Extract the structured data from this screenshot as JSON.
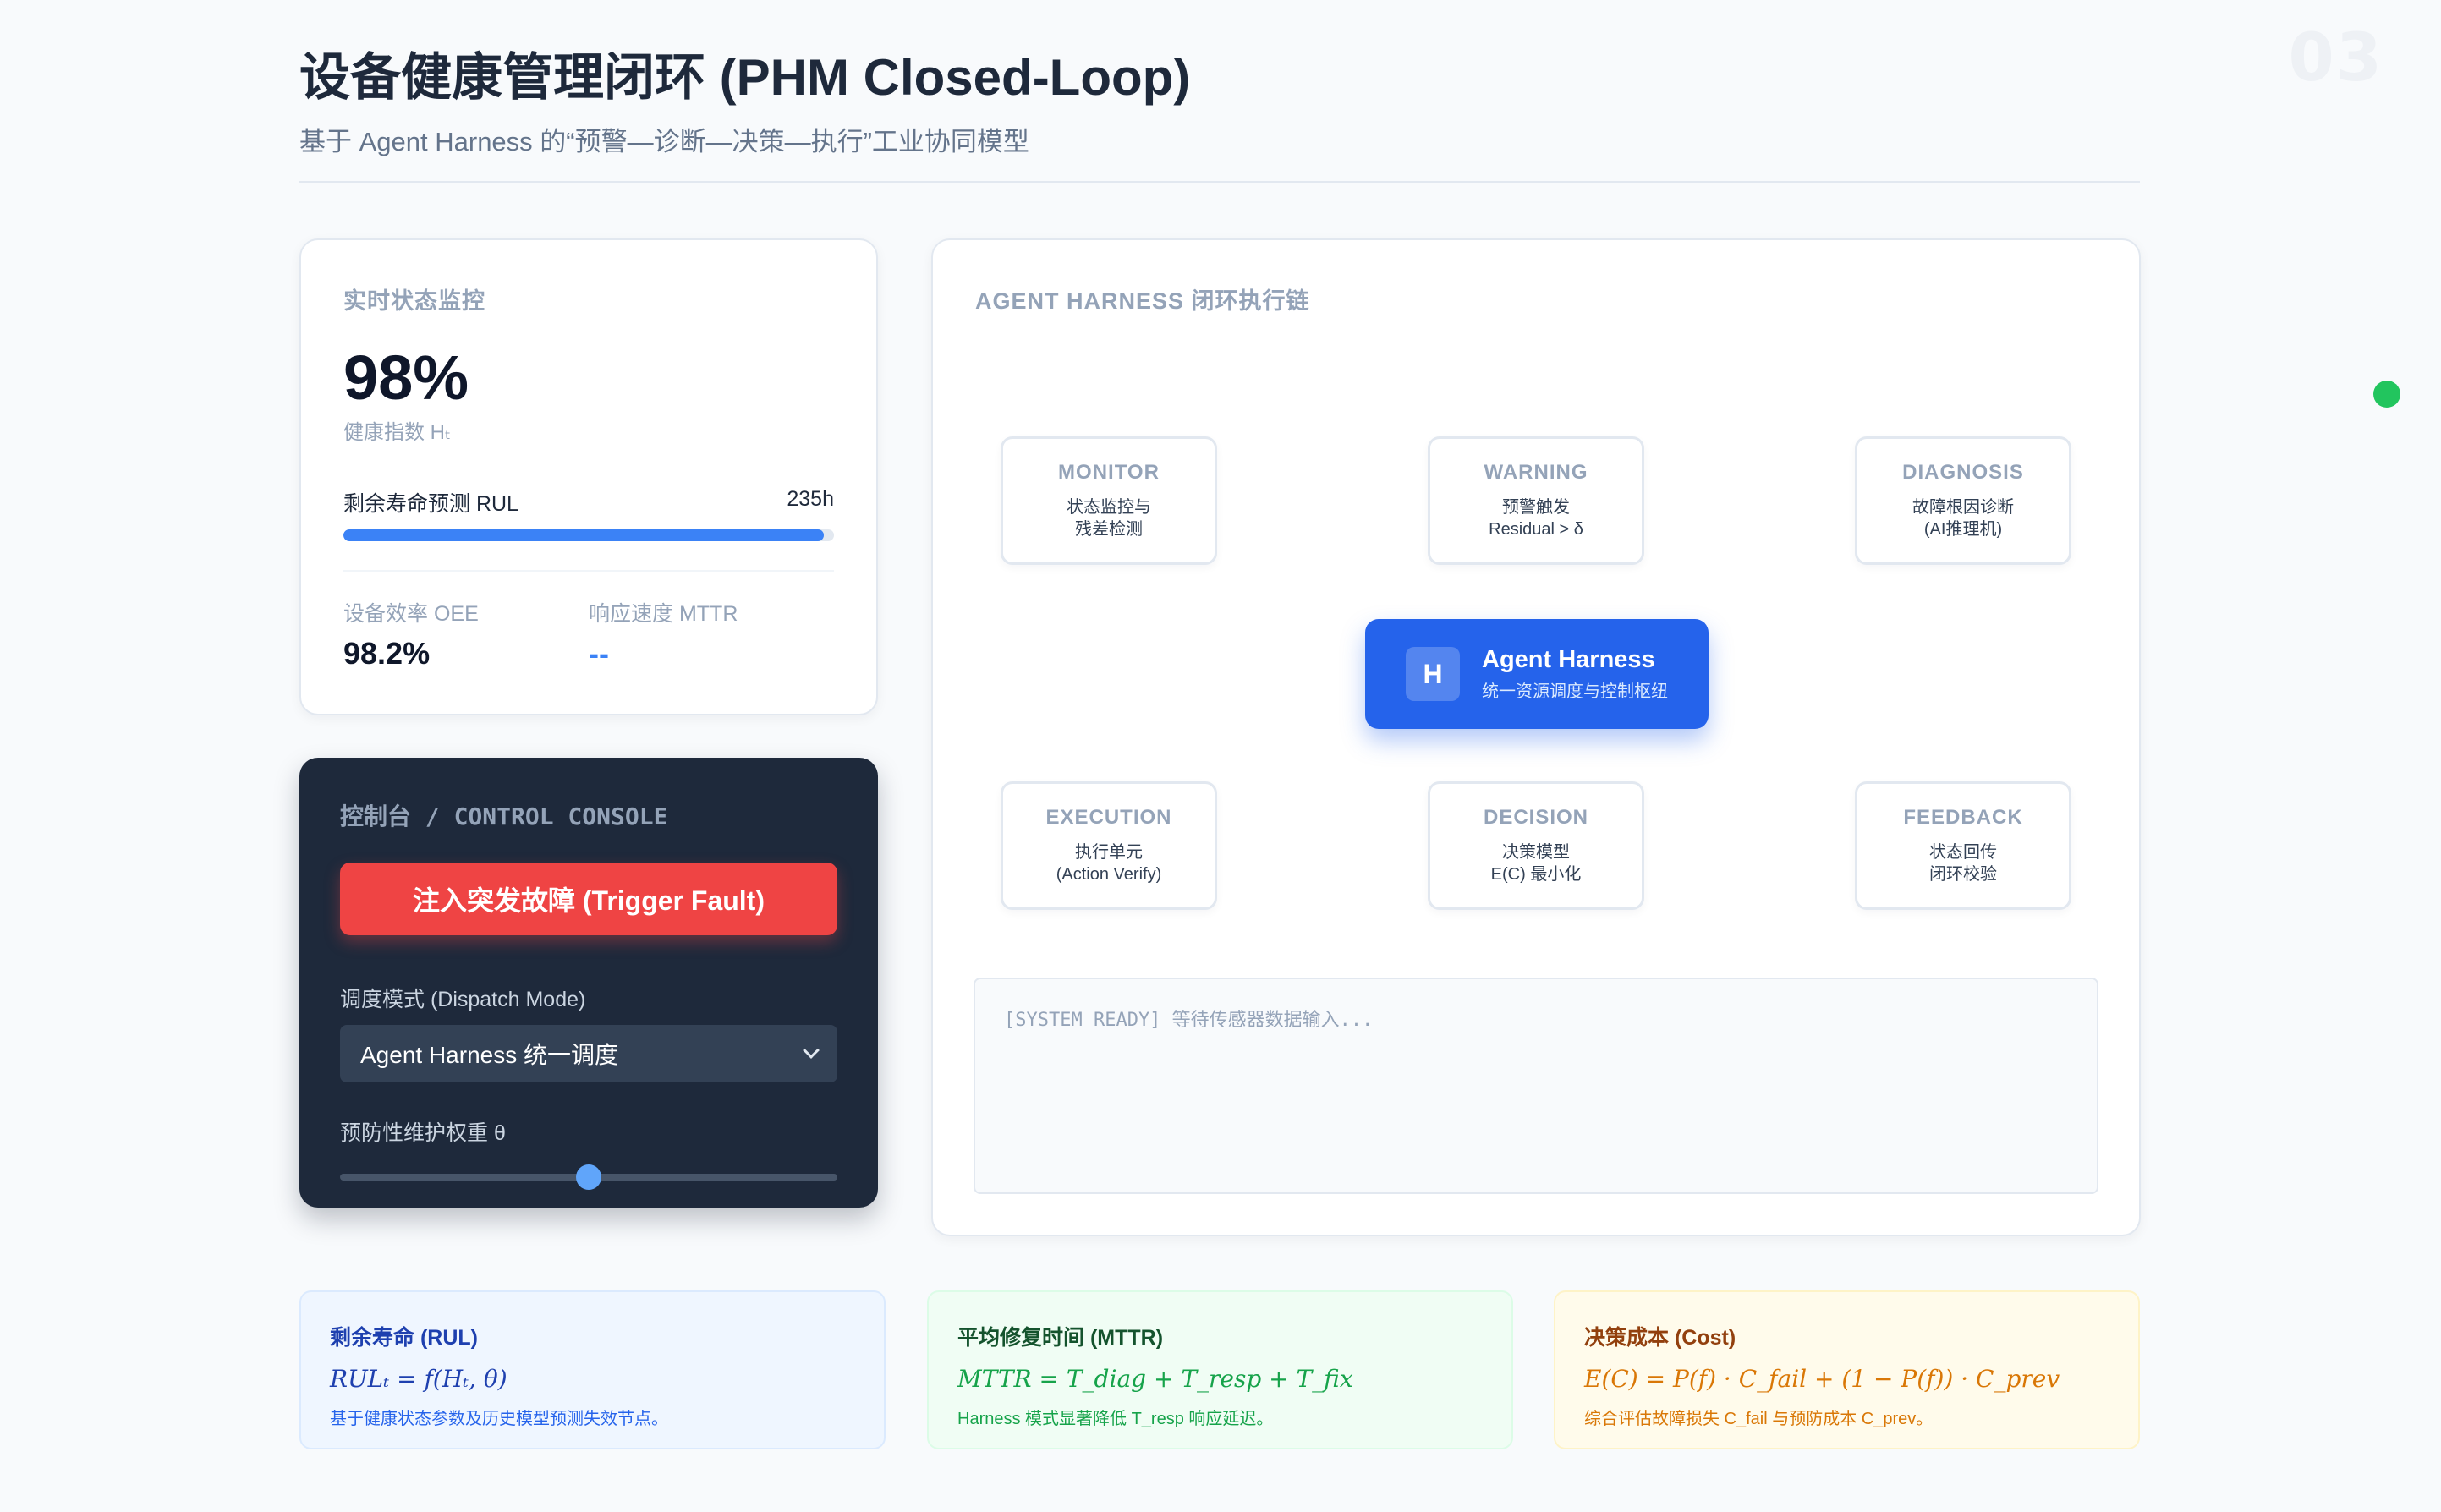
{
  "page_number": "03",
  "header": {
    "title": "设备健康管理闭环 (PHM Closed-Loop)",
    "subtitle": "基于 Agent Harness 的“预警—诊断—决策—执行”工业协同模型"
  },
  "monitor": {
    "label": "实时状态监控",
    "health_value": "98%",
    "health_label": "健康指数 Hₜ",
    "status_color": "#22c55e",
    "rul_label": "剩余寿命预测 RUL",
    "rul_value": "235h",
    "rul_fill": 0.98,
    "oee_label": "设备效率 OEE",
    "oee_value": "98.2%",
    "mttr_label": "响应速度 MTTR",
    "mttr_value": "--"
  },
  "console": {
    "title": "控制台 / CONTROL CONSOLE",
    "trigger_label": "注入突发故障 (Trigger Fault)",
    "dispatch_label": "调度模式 (Dispatch Mode)",
    "dispatch_value": "Agent Harness 统一调度",
    "weight_label": "预防性维护权重 θ",
    "weight_value": 0.5
  },
  "chain": {
    "label": "AGENT HARNESS 闭环执行链",
    "nodes": [
      {
        "title": "MONITOR",
        "desc": "状态监控与\n残差检测"
      },
      {
        "title": "WARNING",
        "desc": "预警触发\nResidual > δ"
      },
      {
        "title": "DIAGNOSIS",
        "desc": "故障根因诊断\n(AI推理机)"
      },
      {
        "title": "EXECUTION",
        "desc": "执行单元\n(Action Verify)"
      },
      {
        "title": "DECISION",
        "desc": "决策模型\nE(C) 最小化"
      },
      {
        "title": "FEEDBACK",
        "desc": "状态回传\n闭环校验"
      }
    ],
    "hub": {
      "icon": "H",
      "title": "Agent Harness",
      "subtitle": "统一资源调度与控制枢纽"
    },
    "log_text": "[SYSTEM READY] 等待传感器数据输入..."
  },
  "formulas": [
    {
      "title": "剩余寿命 (RUL)",
      "formula": "RULₜ = f(Hₜ, θ)",
      "note": "基于健康状态参数及历史模型预测失效节点。"
    },
    {
      "title": "平均修复时间 (MTTR)",
      "formula": "MTTR = T_diag + T_resp + T_fix",
      "note": "Harness 模式显著降低 T_resp 响应延迟。"
    },
    {
      "title": "决策成本 (Cost)",
      "formula": "E(C) = P(f) · C_fail + (1 − P(f)) · C_prev",
      "note": "综合评估故障损失 C_fail 与预防成本 C_prev。"
    }
  ],
  "colors": {
    "accent": "#2563eb",
    "danger": "#ef4444",
    "success": "#22c55e"
  }
}
